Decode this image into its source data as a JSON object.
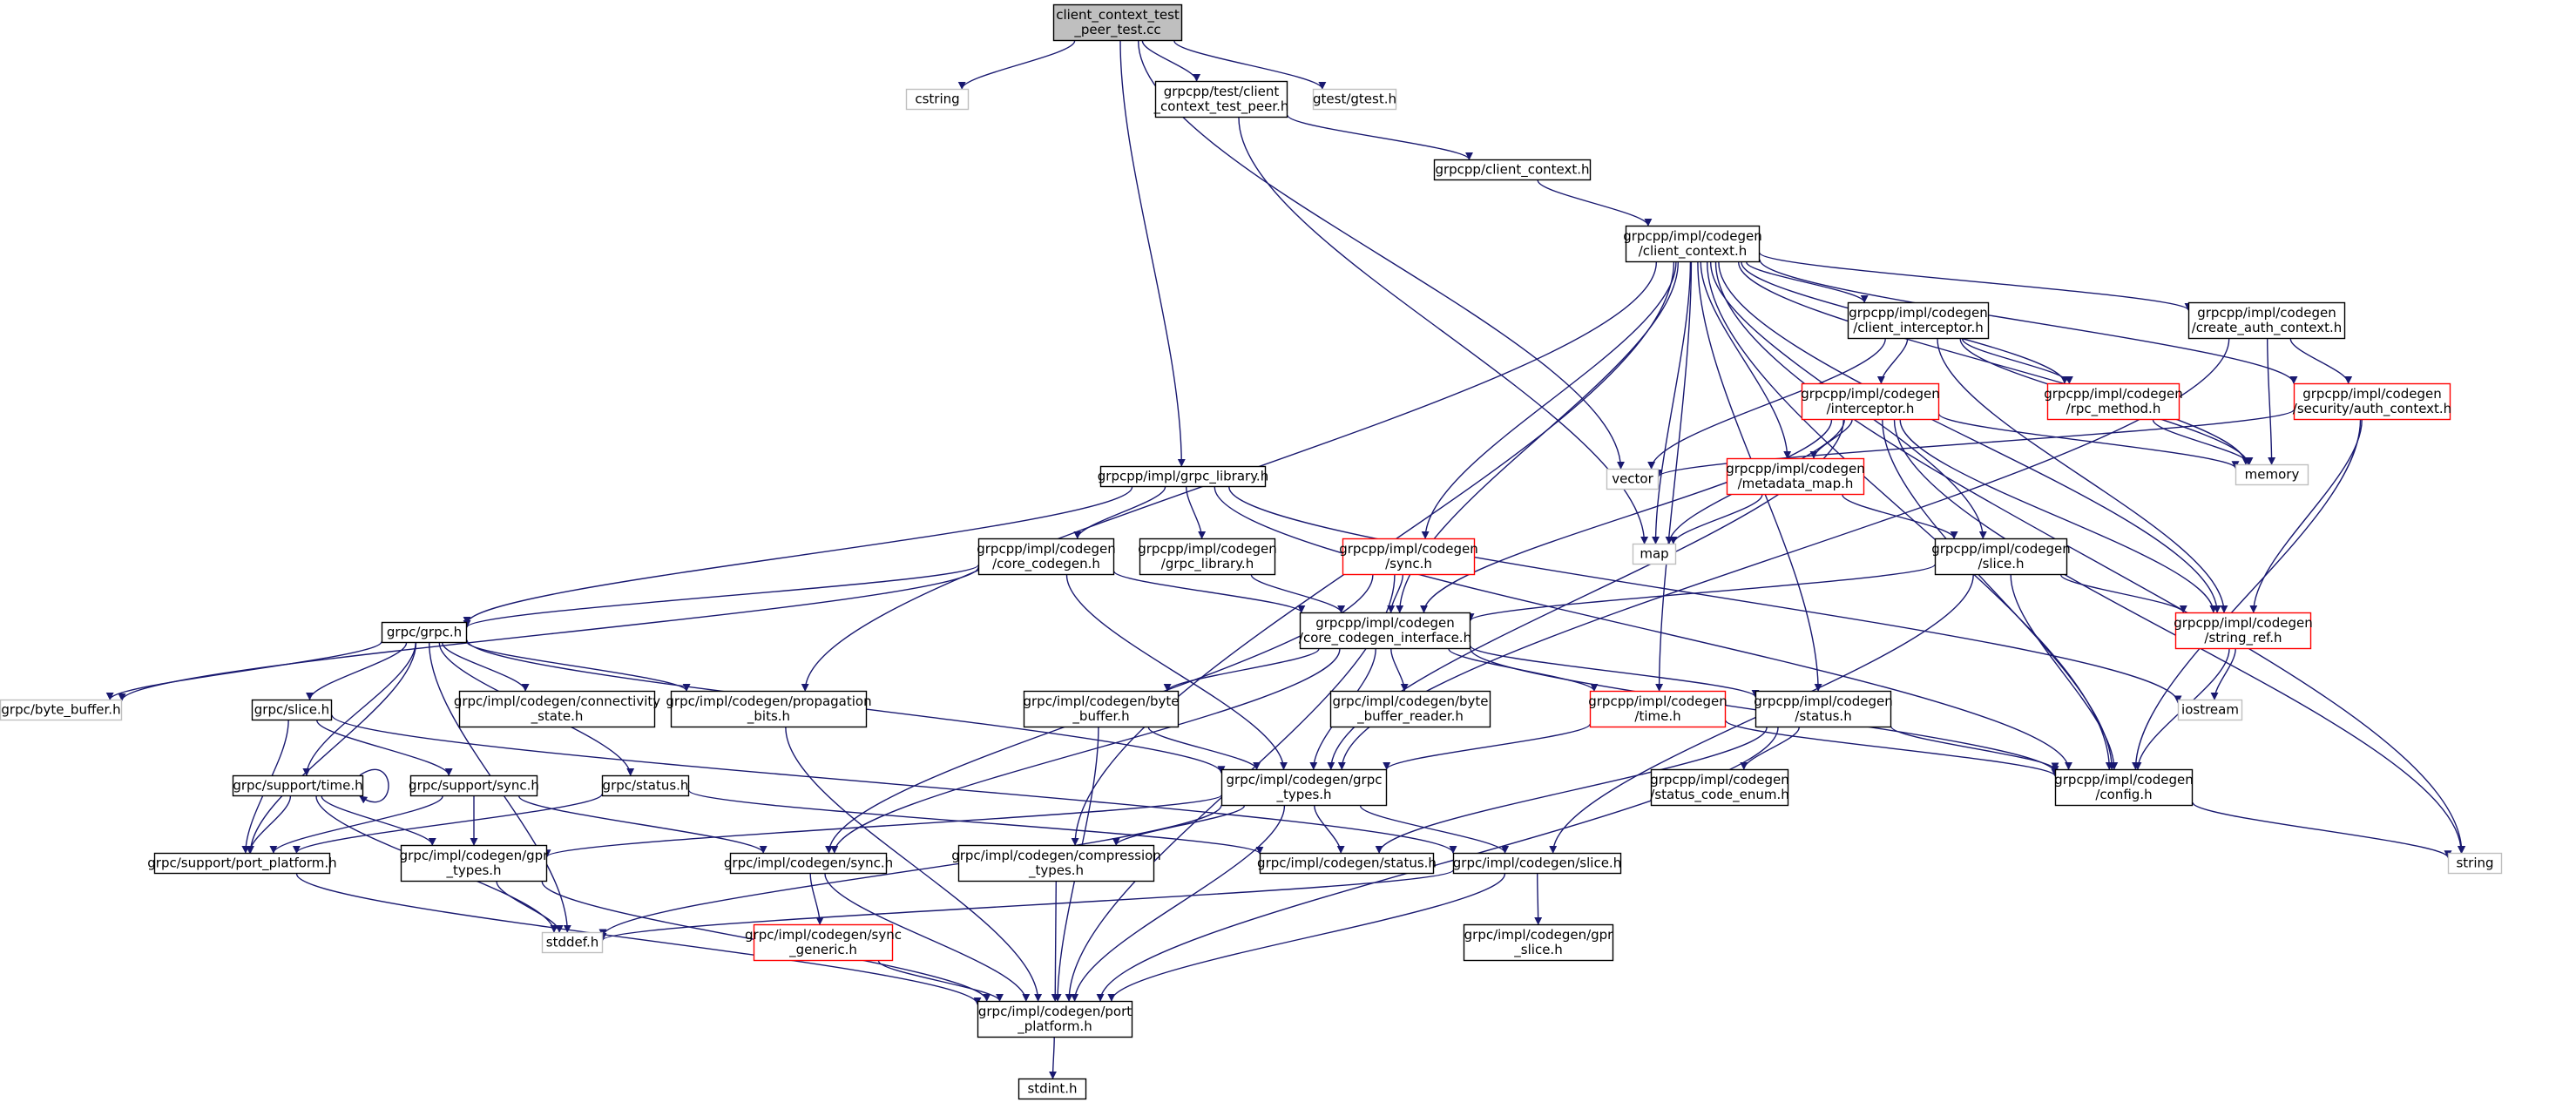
{
  "colors": {
    "edge": "#191970",
    "border_default": "#000000",
    "border_missing": "#bfbfbf",
    "border_truncated": "#ff0000",
    "root_fill": "#bfbfbf",
    "fill": "#ffffff",
    "missing_text": "#333333"
  },
  "nodes": [
    {
      "id": "root",
      "lines": [
        "client_context_test",
        "_peer_test.cc"
      ],
      "style": "root"
    },
    {
      "id": "cstring",
      "lines": [
        "cstring"
      ],
      "style": "missing"
    },
    {
      "id": "ctpeer",
      "lines": [
        "grpcpp/test/client",
        "_context_test_peer.h"
      ],
      "style": "default"
    },
    {
      "id": "gtest",
      "lines": [
        "gtest/gtest.h"
      ],
      "style": "missing"
    },
    {
      "id": "cc",
      "lines": [
        "grpcpp/client_context.h"
      ],
      "style": "default"
    },
    {
      "id": "cgcc",
      "lines": [
        "grpcpp/impl/codegen",
        "/client_context.h"
      ],
      "style": "default"
    },
    {
      "id": "cint",
      "lines": [
        "grpcpp/impl/codegen",
        "/client_interceptor.h"
      ],
      "style": "default"
    },
    {
      "id": "cauth",
      "lines": [
        "grpcpp/impl/codegen",
        "/create_auth_context.h"
      ],
      "style": "default"
    },
    {
      "id": "interc",
      "lines": [
        "grpcpp/impl/codegen",
        "/interceptor.h"
      ],
      "style": "truncated"
    },
    {
      "id": "rpcm",
      "lines": [
        "grpcpp/impl/codegen",
        "/rpc_method.h"
      ],
      "style": "truncated"
    },
    {
      "id": "secauth",
      "lines": [
        "grpcpp/impl/codegen",
        "/security/auth_context.h"
      ],
      "style": "truncated"
    },
    {
      "id": "vector",
      "lines": [
        "vector"
      ],
      "style": "missing"
    },
    {
      "id": "memory",
      "lines": [
        "memory"
      ],
      "style": "missing"
    },
    {
      "id": "grpclib",
      "lines": [
        "grpcpp/impl/grpc_library.h"
      ],
      "style": "default"
    },
    {
      "id": "mdmap",
      "lines": [
        "grpcpp/impl/codegen",
        "/metadata_map.h"
      ],
      "style": "truncated"
    },
    {
      "id": "map",
      "lines": [
        "map"
      ],
      "style": "missing"
    },
    {
      "id": "cslice",
      "lines": [
        "grpcpp/impl/codegen",
        "/slice.h"
      ],
      "style": "default"
    },
    {
      "id": "corecg",
      "lines": [
        "grpcpp/impl/codegen",
        "/core_codegen.h"
      ],
      "style": "default"
    },
    {
      "id": "cglib",
      "lines": [
        "grpcpp/impl/codegen",
        "/grpc_library.h"
      ],
      "style": "default"
    },
    {
      "id": "csync",
      "lines": [
        "grpcpp/impl/codegen",
        "/sync.h"
      ],
      "style": "truncated"
    },
    {
      "id": "grpch",
      "lines": [
        "grpc/grpc.h"
      ],
      "style": "default"
    },
    {
      "id": "cci",
      "lines": [
        "grpcpp/impl/codegen",
        "/core_codegen_interface.h"
      ],
      "style": "default"
    },
    {
      "id": "strref",
      "lines": [
        "grpcpp/impl/codegen",
        "/string_ref.h"
      ],
      "style": "truncated"
    },
    {
      "id": "bytebuf",
      "lines": [
        "grpc/byte_buffer.h"
      ],
      "style": "missing"
    },
    {
      "id": "gslice",
      "lines": [
        "grpc/slice.h"
      ],
      "style": "default"
    },
    {
      "id": "connst",
      "lines": [
        "grpc/impl/codegen/connectivity",
        "_state.h"
      ],
      "style": "default"
    },
    {
      "id": "propb",
      "lines": [
        "grpc/impl/codegen/propagation",
        "_bits.h"
      ],
      "style": "default"
    },
    {
      "id": "gbb",
      "lines": [
        "grpc/impl/codegen/byte",
        "_buffer.h"
      ],
      "style": "default"
    },
    {
      "id": "bbr",
      "lines": [
        "grpc/impl/codegen/byte",
        "_buffer_reader.h"
      ],
      "style": "default"
    },
    {
      "id": "ctime",
      "lines": [
        "grpcpp/impl/codegen",
        "/time.h"
      ],
      "style": "truncated"
    },
    {
      "id": "cstatus",
      "lines": [
        "grpcpp/impl/codegen",
        "/status.h"
      ],
      "style": "default"
    },
    {
      "id": "iostream",
      "lines": [
        "iostream"
      ],
      "style": "missing"
    },
    {
      "id": "gstatus",
      "lines": [
        "grpc/status.h"
      ],
      "style": "default"
    },
    {
      "id": "stime",
      "lines": [
        "grpc/support/time.h"
      ],
      "style": "default"
    },
    {
      "id": "ssync",
      "lines": [
        "grpc/support/sync.h"
      ],
      "style": "default"
    },
    {
      "id": "gtypes",
      "lines": [
        "grpc/impl/codegen/grpc",
        "_types.h"
      ],
      "style": "default"
    },
    {
      "id": "sce",
      "lines": [
        "grpcpp/impl/codegen",
        "/status_code_enum.h"
      ],
      "style": "default"
    },
    {
      "id": "cconfig",
      "lines": [
        "grpcpp/impl/codegen",
        "/config.h"
      ],
      "style": "default"
    },
    {
      "id": "sport",
      "lines": [
        "grpc/support/port_platform.h"
      ],
      "style": "default"
    },
    {
      "id": "gprtypes",
      "lines": [
        "grpc/impl/codegen/gpr",
        "_types.h"
      ],
      "style": "default"
    },
    {
      "id": "gsync",
      "lines": [
        "grpc/impl/codegen/sync.h"
      ],
      "style": "default"
    },
    {
      "id": "comptypes",
      "lines": [
        "grpc/impl/codegen/compression",
        "_types.h"
      ],
      "style": "default"
    },
    {
      "id": "gcstatus",
      "lines": [
        "grpc/impl/codegen/status.h"
      ],
      "style": "default"
    },
    {
      "id": "gcslice",
      "lines": [
        "grpc/impl/codegen/slice.h"
      ],
      "style": "default"
    },
    {
      "id": "string",
      "lines": [
        "string"
      ],
      "style": "missing"
    },
    {
      "id": "stddef",
      "lines": [
        "stddef.h"
      ],
      "style": "missing"
    },
    {
      "id": "syncgen",
      "lines": [
        "grpc/impl/codegen/sync",
        "_generic.h"
      ],
      "style": "truncated"
    },
    {
      "id": "gprslice",
      "lines": [
        "grpc/impl/codegen/gpr",
        "_slice.h"
      ],
      "style": "default"
    },
    {
      "id": "port",
      "lines": [
        "grpc/impl/codegen/port",
        "_platform.h"
      ],
      "style": "default"
    },
    {
      "id": "stdint",
      "lines": [
        "stdint.h"
      ],
      "style": "default"
    }
  ],
  "edges": [
    [
      "root",
      "cstring"
    ],
    [
      "root",
      "ctpeer"
    ],
    [
      "root",
      "gtest"
    ],
    [
      "root",
      "grpclib"
    ],
    [
      "root",
      "vector"
    ],
    [
      "ctpeer",
      "cc"
    ],
    [
      "ctpeer",
      "map"
    ],
    [
      "cc",
      "cgcc"
    ],
    [
      "cgcc",
      "cint"
    ],
    [
      "cgcc",
      "cauth"
    ],
    [
      "cgcc",
      "rpcm"
    ],
    [
      "cgcc",
      "secauth"
    ],
    [
      "cgcc",
      "memory"
    ],
    [
      "cgcc",
      "mdmap"
    ],
    [
      "cgcc",
      "map"
    ],
    [
      "cgcc",
      "cslice"
    ],
    [
      "cgcc",
      "csync"
    ],
    [
      "cgcc",
      "cci"
    ],
    [
      "cgcc",
      "strref"
    ],
    [
      "cgcc",
      "propb"
    ],
    [
      "cgcc",
      "ctime"
    ],
    [
      "cgcc",
      "cstatus"
    ],
    [
      "cgcc",
      "comptypes"
    ],
    [
      "cgcc",
      "cconfig"
    ],
    [
      "cgcc",
      "string"
    ],
    [
      "cint",
      "interc"
    ],
    [
      "cint",
      "rpcm"
    ],
    [
      "cint",
      "vector"
    ],
    [
      "cint",
      "memory"
    ],
    [
      "cint",
      "strref"
    ],
    [
      "cauth",
      "secauth"
    ],
    [
      "cauth",
      "memory"
    ],
    [
      "cauth",
      "gtypes"
    ],
    [
      "interc",
      "mdmap"
    ],
    [
      "interc",
      "map"
    ],
    [
      "interc",
      "memory"
    ],
    [
      "interc",
      "cci"
    ],
    [
      "interc",
      "gtypes"
    ],
    [
      "interc",
      "strref"
    ],
    [
      "interc",
      "cconfig"
    ],
    [
      "interc",
      "string"
    ],
    [
      "rpcm",
      "memory"
    ],
    [
      "secauth",
      "vector"
    ],
    [
      "secauth",
      "strref"
    ],
    [
      "secauth",
      "cconfig"
    ],
    [
      "grpclib",
      "corecg"
    ],
    [
      "grpclib",
      "cglib"
    ],
    [
      "grpclib",
      "grpch"
    ],
    [
      "grpclib",
      "iostream"
    ],
    [
      "grpclib",
      "cconfig"
    ],
    [
      "mdmap",
      "map"
    ],
    [
      "mdmap",
      "cslice"
    ],
    [
      "cslice",
      "cci"
    ],
    [
      "cslice",
      "strref"
    ],
    [
      "cslice",
      "gcslice"
    ],
    [
      "cslice",
      "cconfig"
    ],
    [
      "corecg",
      "cci"
    ],
    [
      "corecg",
      "grpch"
    ],
    [
      "corecg",
      "bytebuf"
    ],
    [
      "corecg",
      "gtypes"
    ],
    [
      "cglib",
      "cci"
    ],
    [
      "csync",
      "cci"
    ],
    [
      "csync",
      "gsync"
    ],
    [
      "csync",
      "port"
    ],
    [
      "grpch",
      "bytebuf"
    ],
    [
      "grpch",
      "gslice"
    ],
    [
      "grpch",
      "connst"
    ],
    [
      "grpch",
      "propb"
    ],
    [
      "grpch",
      "gstatus"
    ],
    [
      "grpch",
      "stime"
    ],
    [
      "grpch",
      "sport"
    ],
    [
      "grpch",
      "gtypes"
    ],
    [
      "grpch",
      "stddef"
    ],
    [
      "cci",
      "gbb"
    ],
    [
      "cci",
      "bbr"
    ],
    [
      "cci",
      "ctime"
    ],
    [
      "cci",
      "cstatus"
    ],
    [
      "cci",
      "gtypes"
    ],
    [
      "cci",
      "gsync"
    ],
    [
      "cci",
      "cconfig"
    ],
    [
      "strref",
      "iostream"
    ],
    [
      "strref",
      "cconfig"
    ],
    [
      "gslice",
      "ssync"
    ],
    [
      "gslice",
      "sport"
    ],
    [
      "gslice",
      "gcslice"
    ],
    [
      "propb",
      "port"
    ],
    [
      "gbb",
      "gtypes"
    ],
    [
      "gbb",
      "port"
    ],
    [
      "ctime",
      "gtypes"
    ],
    [
      "ctime",
      "cconfig"
    ],
    [
      "cstatus",
      "sce"
    ],
    [
      "cstatus",
      "gcstatus"
    ],
    [
      "cstatus",
      "cconfig"
    ],
    [
      "cstatus",
      "port"
    ],
    [
      "gstatus",
      "sport"
    ],
    [
      "gstatus",
      "gcstatus"
    ],
    [
      "stime",
      "stime"
    ],
    [
      "stime",
      "gprtypes"
    ],
    [
      "stime",
      "sport"
    ],
    [
      "stime",
      "stddef"
    ],
    [
      "ssync",
      "gprtypes"
    ],
    [
      "ssync",
      "sport"
    ],
    [
      "ssync",
      "gsync"
    ],
    [
      "gtypes",
      "gprtypes"
    ],
    [
      "gtypes",
      "comptypes"
    ],
    [
      "gtypes",
      "gcstatus"
    ],
    [
      "gtypes",
      "gcslice"
    ],
    [
      "gtypes",
      "stddef"
    ],
    [
      "gtypes",
      "port"
    ],
    [
      "cconfig",
      "string"
    ],
    [
      "sport",
      "port"
    ],
    [
      "gprtypes",
      "stddef"
    ],
    [
      "gprtypes",
      "port"
    ],
    [
      "gsync",
      "syncgen"
    ],
    [
      "gsync",
      "port"
    ],
    [
      "comptypes",
      "port"
    ],
    [
      "gcslice",
      "gprslice"
    ],
    [
      "gcslice",
      "stddef"
    ],
    [
      "gcslice",
      "port"
    ],
    [
      "syncgen",
      "port"
    ],
    [
      "port",
      "stdint"
    ]
  ]
}
